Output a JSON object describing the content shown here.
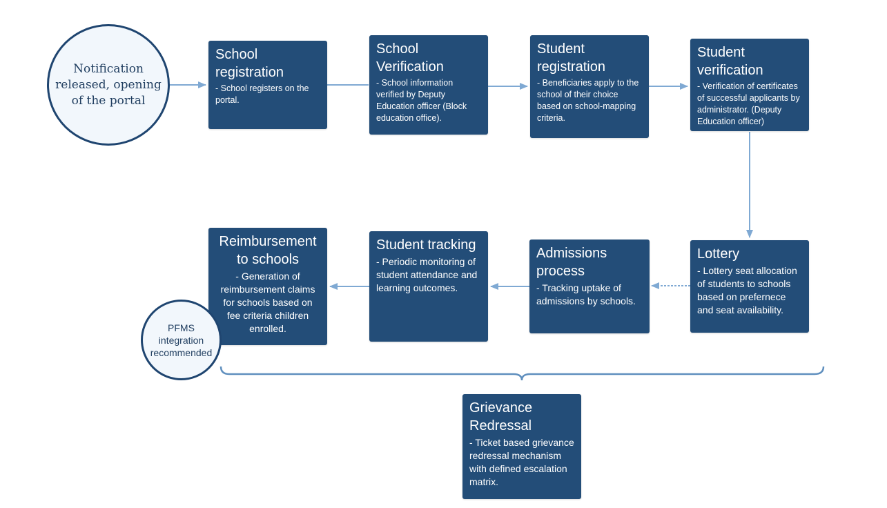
{
  "nodes": {
    "notification": {
      "text": "Notification released, opening of the portal"
    },
    "school_registration": {
      "title": "School registration",
      "desc": "- School registers on the portal."
    },
    "school_verification": {
      "title": "School Verification",
      "desc": "- School information verified by Deputy Education officer (Block education office)."
    },
    "student_registration": {
      "title": "Student registration",
      "desc": "- Beneficiaries apply to the school of their choice based on school-mapping criteria."
    },
    "student_verification": {
      "title": "Student verification",
      "desc": "- Verification of certificates of successful applicants by administrator. (Deputy Education officer)"
    },
    "lottery": {
      "title": "Lottery",
      "desc": "- Lottery seat allocation of students to schools based on prefernece and seat availability."
    },
    "admissions": {
      "title": "Admissions process",
      "desc": "- Tracking uptake of admissions by schools."
    },
    "student_tracking": {
      "title": "Student tracking",
      "desc": "- Periodic monitoring of student attendance and learning outcomes."
    },
    "reimbursement": {
      "title": "Reimbursement to schools",
      "desc": "- Generation of reimbursement claims for schools based on fee criteria children enrolled."
    },
    "pfms": {
      "text": "PFMS integration recommended"
    },
    "grievance": {
      "title": "Grievance Redressal",
      "desc": "- Ticket based grievance redressal mechanism with defined escalation matrix."
    }
  },
  "colors": {
    "box_fill": "#234d78",
    "box_text": "#ffffff",
    "circle_border": "#1f4570",
    "circle_fill": "#f2f7fc",
    "arrow": "#7fa9d3"
  }
}
